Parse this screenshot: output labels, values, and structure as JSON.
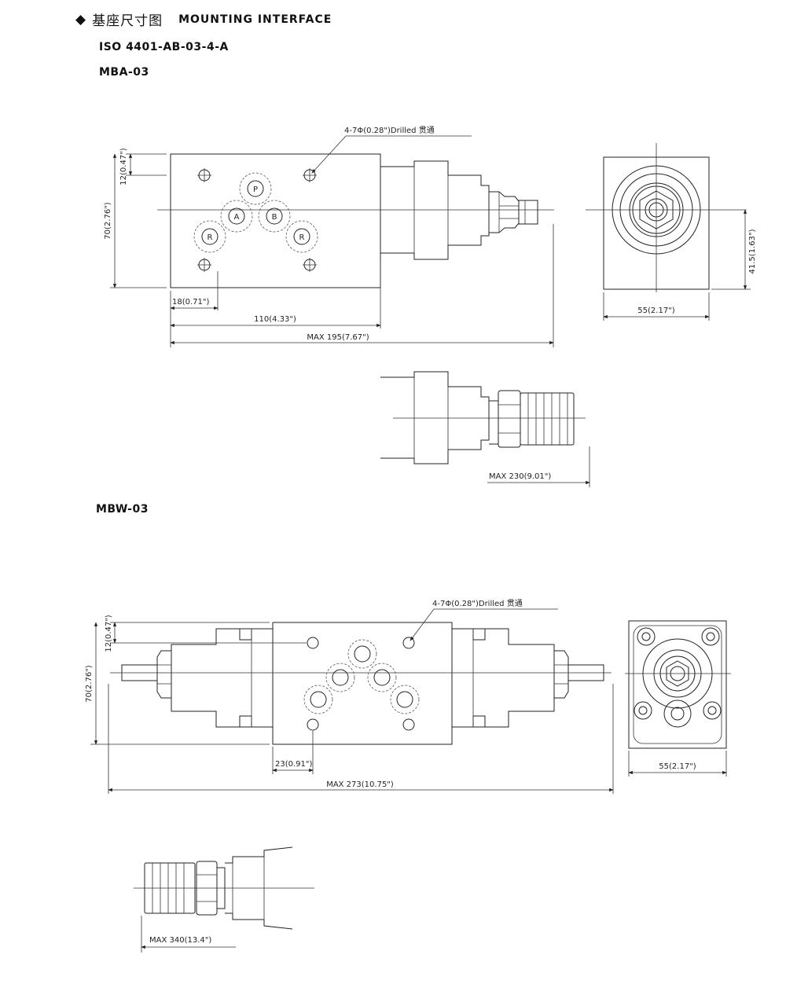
{
  "header": {
    "bullet": "◆",
    "title_cn": "基座尺寸图",
    "title_en": "MOUNTING INTERFACE",
    "iso": "ISO 4401-AB-03-4-A"
  },
  "mba": {
    "label": "MBA-03",
    "drill_note": "4-7Φ(0.28\")Drilled 贯通",
    "dim_12": "12(0.47\")",
    "dim_70": "70(2.76\")",
    "dim_18": "18(0.71\")",
    "dim_110": "110(4.33\")",
    "dim_max195": "MAX 195(7.67\")",
    "dim_41_5": "41.5(1.63\")",
    "dim_55": "55(2.17\")",
    "dim_max230": "MAX 230(9.01\")",
    "port_p": "P",
    "port_a": "A",
    "port_b": "B",
    "port_r1": "R",
    "port_r2": "R"
  },
  "mbw": {
    "label": "MBW-03",
    "drill_note": "4-7Φ(0.28\")Drilled 贯通",
    "dim_12": "12(0.47\")",
    "dim_70": "70(2.76\")",
    "dim_23": "23(0.91\")",
    "dim_max273": "MAX 273(10.75\")",
    "dim_55": "55(2.17\")",
    "dim_max340": "MAX 340(13.4\")"
  }
}
